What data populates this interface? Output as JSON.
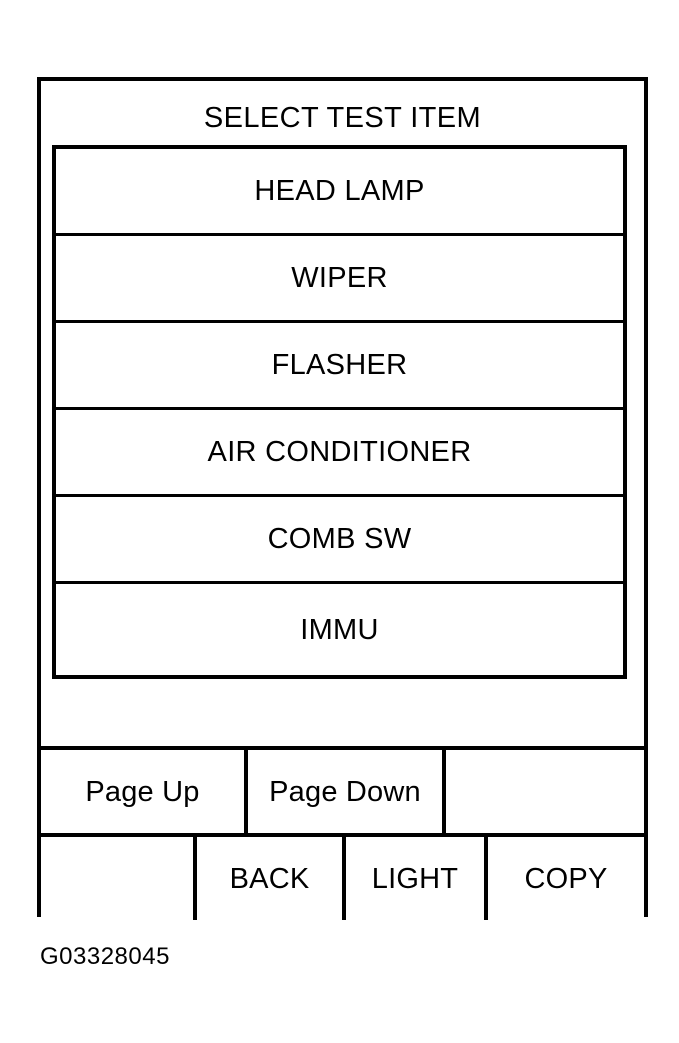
{
  "colors": {
    "background": "#ffffff",
    "line": "#000000",
    "text": "#000000"
  },
  "screen": {
    "title": "SELECT TEST ITEM",
    "test_items": [
      {
        "label": "HEAD LAMP"
      },
      {
        "label": "WIPER"
      },
      {
        "label": "FLASHER"
      },
      {
        "label": "AIR CONDITIONER"
      },
      {
        "label": "COMB SW"
      },
      {
        "label": "IMMU"
      }
    ],
    "softkeys": {
      "top_row": [
        {
          "label": "Page Up"
        },
        {
          "label": "Page Down"
        },
        {
          "label": ""
        }
      ],
      "bottom_row": [
        {
          "label": ""
        },
        {
          "label": "BACK"
        },
        {
          "label": "LIGHT"
        },
        {
          "label": "COPY"
        }
      ]
    }
  },
  "figure": {
    "caption": "G03328045"
  }
}
